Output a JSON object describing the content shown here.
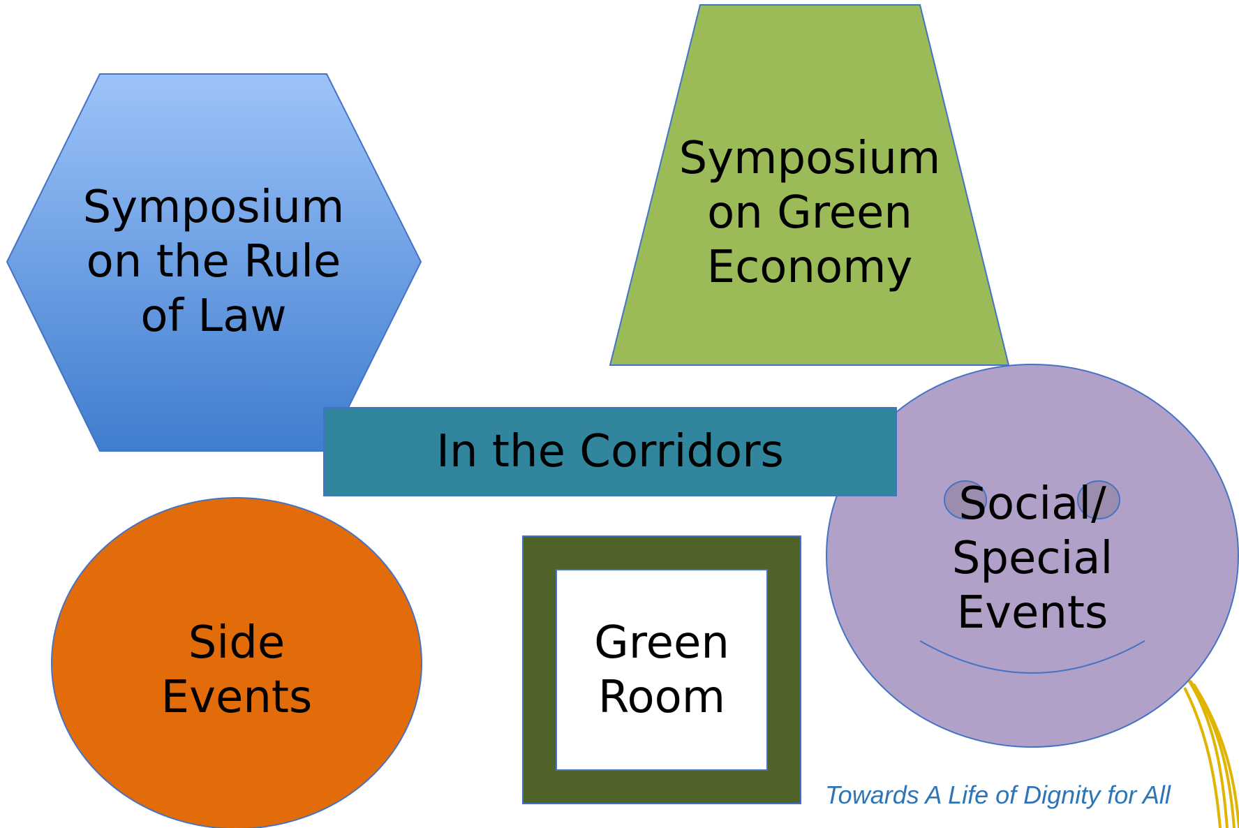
{
  "shapes": {
    "rule_of_law": {
      "text": "Symposium\non the Rule\nof Law"
    },
    "green_economy": {
      "text": "Symposium\non Green\nEconomy"
    },
    "corridors": {
      "text": "In the Corridors"
    },
    "side_events": {
      "text": "Side\nEvents"
    },
    "green_room": {
      "text": "Green\nRoom"
    },
    "social_special": {
      "text": "Social/\nSpecial\nEvents"
    }
  },
  "tagline": {
    "text": "Towards A Life of Dignity for All"
  },
  "colors": {
    "hexagon_top": "#9DC3F9",
    "hexagon_bottom": "#3F7DCE",
    "trapezoid": "#9BBB59",
    "corridor_bar": "#31859C",
    "side_events_ellipse": "#E36C0A",
    "green_room_frame": "#4F6228",
    "social_circle": "#B1A0C7",
    "shape_outline": "#4472C4",
    "tagline": "#2E75B6",
    "accent_lines": "#E0B400"
  }
}
